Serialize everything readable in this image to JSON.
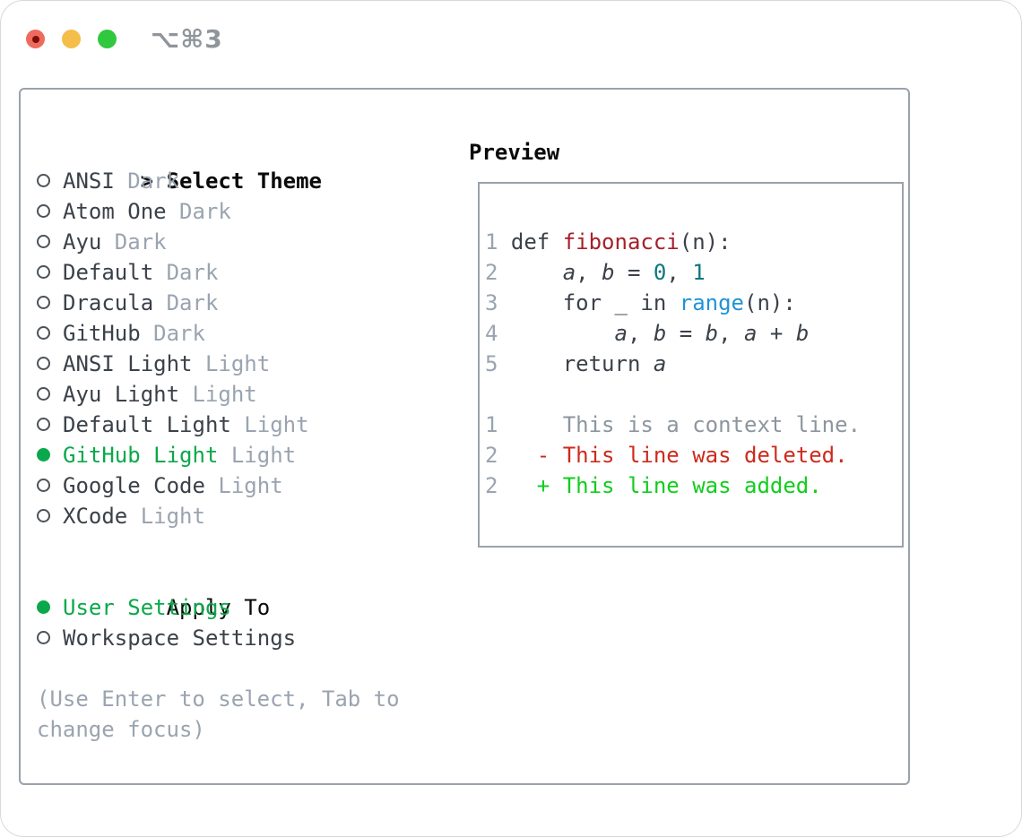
{
  "window": {
    "shortcut": "⌥⌘3"
  },
  "colors": {
    "accent_green": "#0aa84a",
    "added_green": "#11cd1d",
    "deleted_red": "#cd2a1c",
    "function_red": "#a6202a",
    "number_teal": "#0e7680",
    "builtin_blue": "#2094d6",
    "text_dark": "#3b4149",
    "muted_gray": "#9aa4b0",
    "border_gray": "#99a2ac"
  },
  "theme_list": {
    "prompt": ">",
    "title": "Select Theme",
    "items": [
      {
        "name": "ANSI",
        "tag": "Dark",
        "selected": false
      },
      {
        "name": "Atom One",
        "tag": "Dark",
        "selected": false
      },
      {
        "name": "Ayu",
        "tag": "Dark",
        "selected": false
      },
      {
        "name": "Default",
        "tag": "Dark",
        "selected": false
      },
      {
        "name": "Dracula",
        "tag": "Dark",
        "selected": false
      },
      {
        "name": "GitHub",
        "tag": "Dark",
        "selected": false
      },
      {
        "name": "ANSI Light",
        "tag": "Light",
        "selected": false
      },
      {
        "name": "Ayu Light",
        "tag": "Light",
        "selected": false
      },
      {
        "name": "Default Light",
        "tag": "Light",
        "selected": false
      },
      {
        "name": "GitHub Light",
        "tag": "Light",
        "selected": true
      },
      {
        "name": "Google Code",
        "tag": "Light",
        "selected": false
      },
      {
        "name": "XCode",
        "tag": "Light",
        "selected": false
      }
    ]
  },
  "apply_to": {
    "title": "Apply To",
    "options": [
      {
        "label": "User Settings",
        "selected": true
      },
      {
        "label": "Workspace Settings",
        "selected": false
      }
    ]
  },
  "hint": "(Use Enter to select, Tab to change focus)",
  "preview": {
    "title": "Preview",
    "code_lines": [
      {
        "num": "1",
        "tokens": [
          {
            "t": " def ",
            "c": "code"
          },
          {
            "t": "fibonacci",
            "c": "func"
          },
          {
            "t": "(n):",
            "c": "code"
          }
        ]
      },
      {
        "num": "2",
        "tokens": [
          {
            "t": "     ",
            "c": "code"
          },
          {
            "t": "a",
            "c": "var"
          },
          {
            "t": ", ",
            "c": "code"
          },
          {
            "t": "b",
            "c": "var"
          },
          {
            "t": " = ",
            "c": "code"
          },
          {
            "t": "0",
            "c": "num"
          },
          {
            "t": ", ",
            "c": "code"
          },
          {
            "t": "1",
            "c": "num"
          }
        ]
      },
      {
        "num": "3",
        "tokens": [
          {
            "t": "     for _ in ",
            "c": "code"
          },
          {
            "t": "range",
            "c": "builtin"
          },
          {
            "t": "(n):",
            "c": "code"
          }
        ]
      },
      {
        "num": "4",
        "tokens": [
          {
            "t": "         ",
            "c": "code"
          },
          {
            "t": "a",
            "c": "var"
          },
          {
            "t": ", ",
            "c": "code"
          },
          {
            "t": "b",
            "c": "var"
          },
          {
            "t": " = ",
            "c": "code"
          },
          {
            "t": "b",
            "c": "var"
          },
          {
            "t": ", ",
            "c": "code"
          },
          {
            "t": "a",
            "c": "var"
          },
          {
            "t": " + ",
            "c": "code"
          },
          {
            "t": "b",
            "c": "var"
          }
        ]
      },
      {
        "num": "5",
        "tokens": [
          {
            "t": "     return ",
            "c": "code"
          },
          {
            "t": "a",
            "c": "var"
          }
        ]
      },
      {
        "num": "",
        "tokens": []
      },
      {
        "num": "1",
        "tokens": [
          {
            "t": "     This is a context line.",
            "c": "context"
          }
        ]
      },
      {
        "num": "2",
        "tokens": [
          {
            "t": "   - This line was deleted.",
            "c": "deleted"
          }
        ]
      },
      {
        "num": "2",
        "tokens": [
          {
            "t": "   + This line was added.",
            "c": "added"
          }
        ]
      }
    ]
  }
}
